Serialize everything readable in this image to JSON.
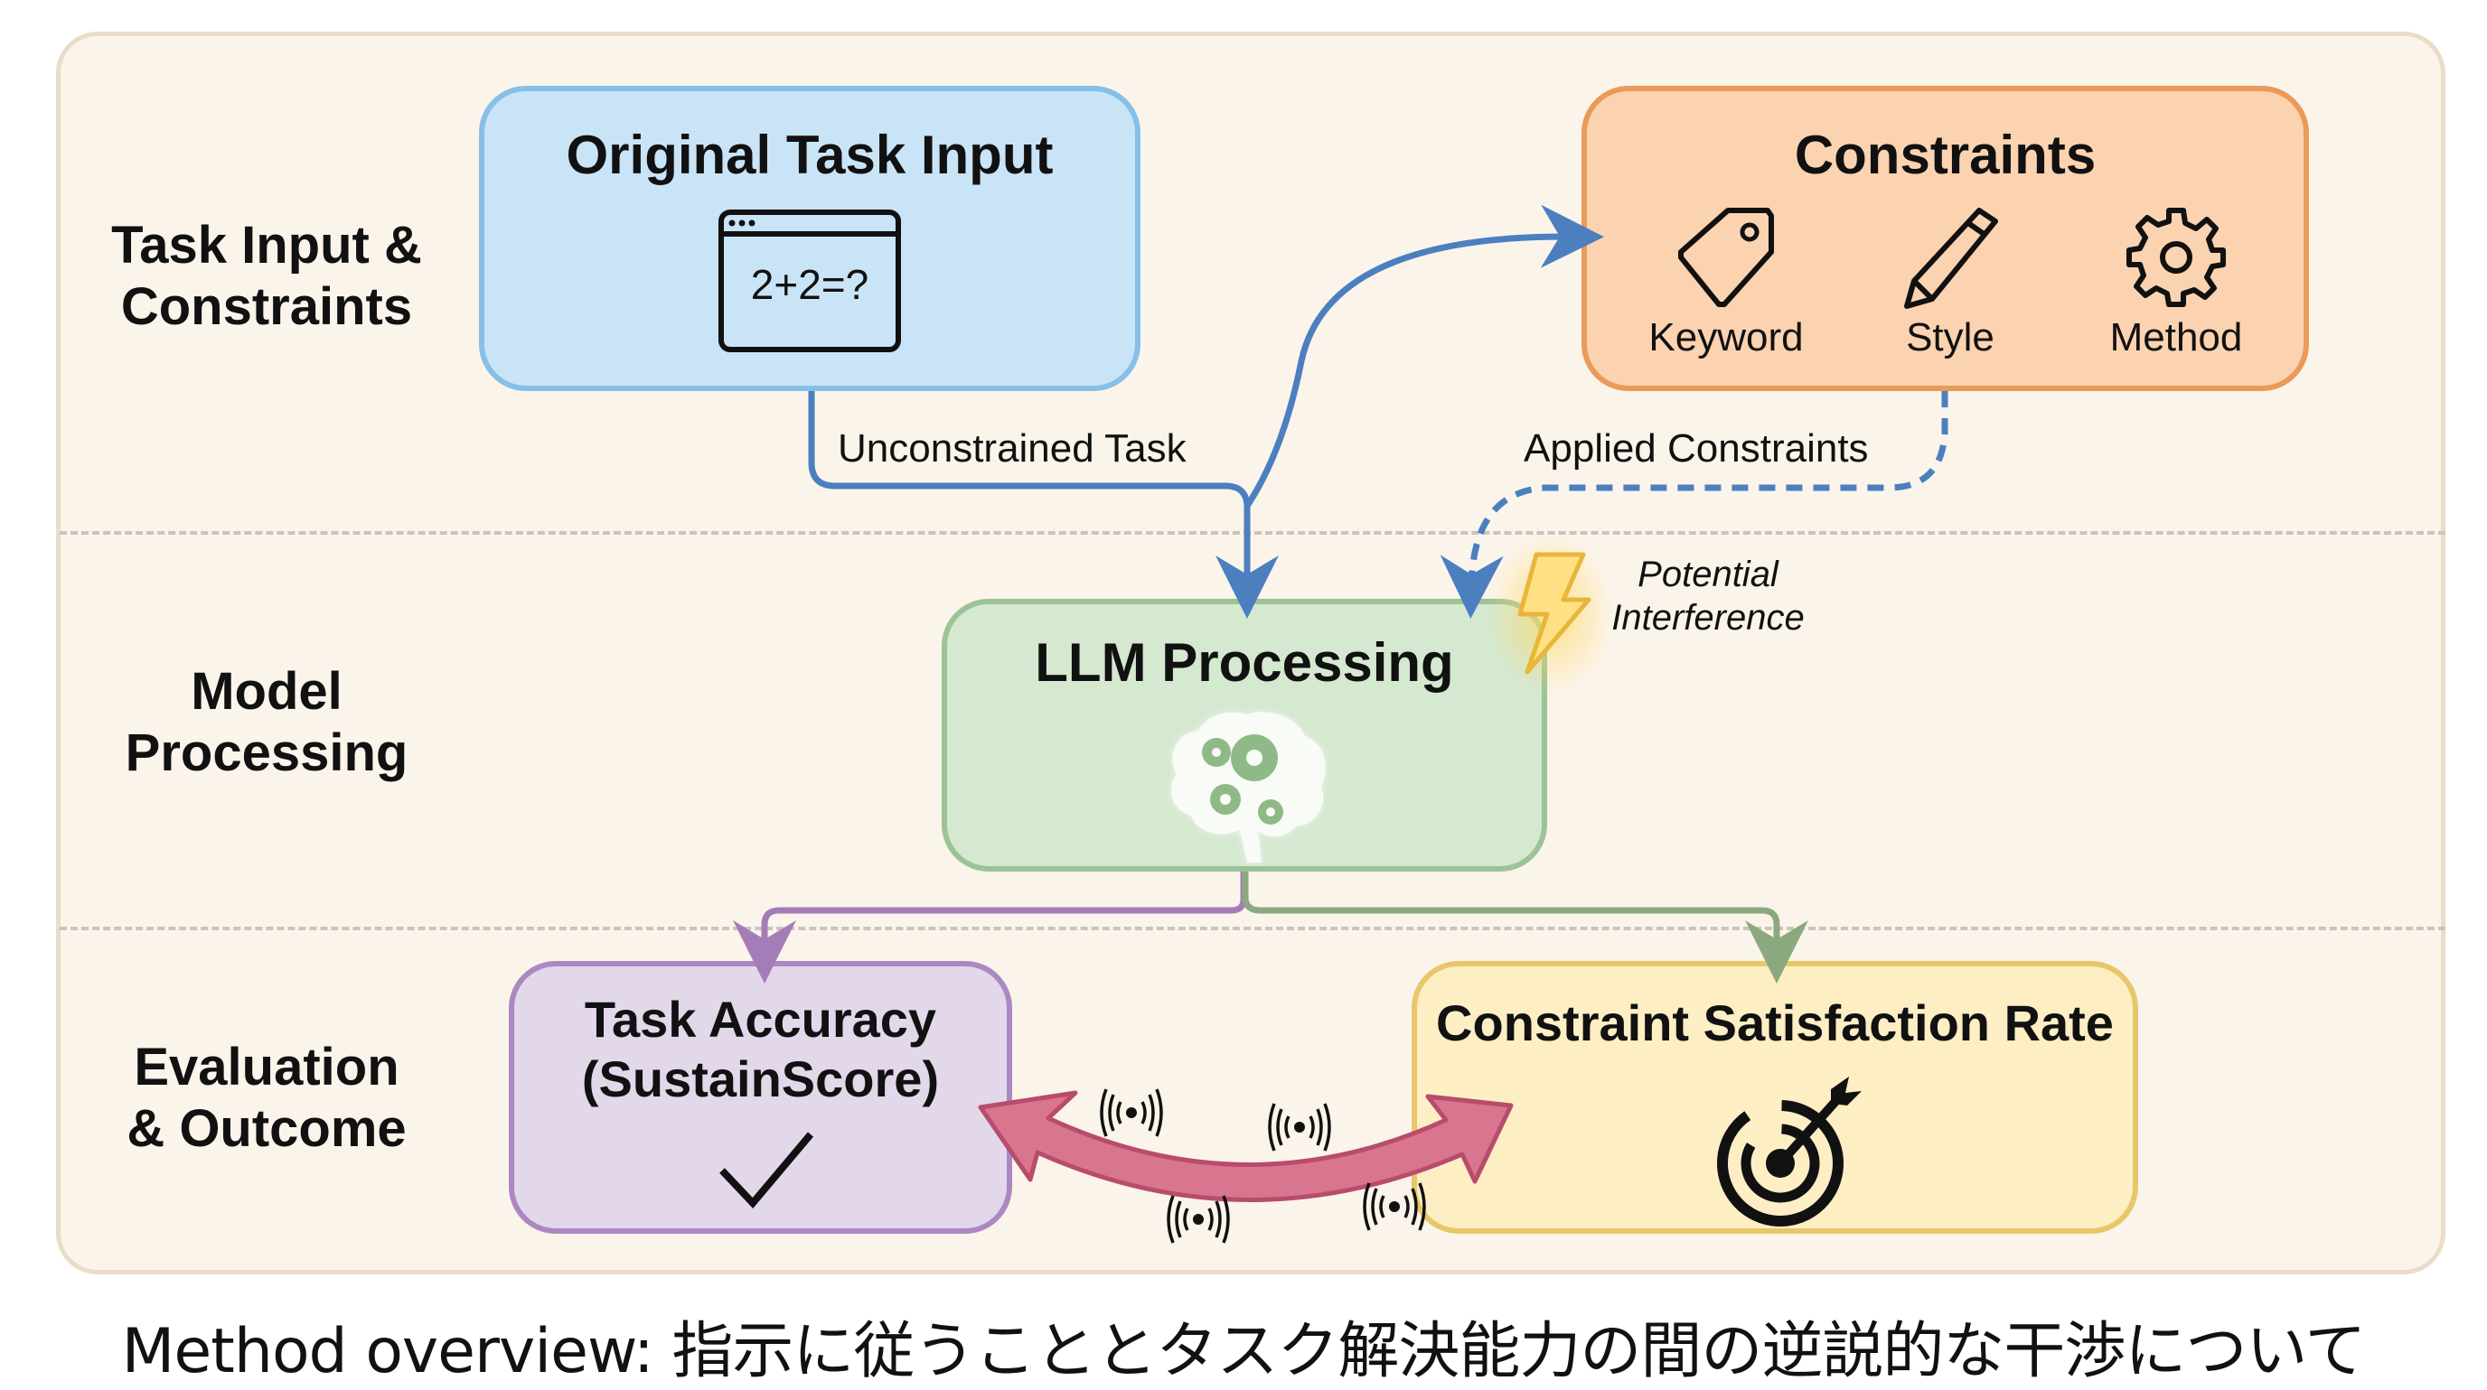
{
  "sections": [
    {
      "label_line1": "Task Input &",
      "label_line2": "Constraints"
    },
    {
      "label_line1": "Model",
      "label_line2": "Processing"
    },
    {
      "label_line1": "Evaluation",
      "label_line2": "& Outcome"
    }
  ],
  "nodes": {
    "task_input": {
      "title": "Original Task Input",
      "icon": "browser-window-icon",
      "icon_text": "2+2=?",
      "color_fill": "#c9e4f6",
      "color_border": "#86c0e8"
    },
    "constraints": {
      "title": "Constraints",
      "color_fill": "#fbd3b0",
      "color_border": "#eb9a5a",
      "items": [
        {
          "label": "Keyword",
          "icon": "tag-icon"
        },
        {
          "label": "Style",
          "icon": "pencil-icon"
        },
        {
          "label": "Method",
          "icon": "gear-icon"
        }
      ]
    },
    "llm": {
      "title": "LLM Processing",
      "icon": "brain-gears-icon",
      "color_fill": "#d5e8d0",
      "color_border": "#9cc396"
    },
    "task_accuracy": {
      "title_line1": "Task Accuracy",
      "title_line2": "(SustainScore)",
      "icon": "checkmark-icon",
      "color_fill": "#e3d7ea",
      "color_border": "#ac88c2"
    },
    "constraint_satisfaction": {
      "title": "Constraint Satisfaction Rate",
      "icon": "target-icon",
      "color_fill": "#fdeec4",
      "color_border": "#e8c76a"
    }
  },
  "edges": {
    "unconstrained_task": {
      "label": "Unconstrained Task",
      "color": "#4b7fbf"
    },
    "applied_constraints": {
      "label": "Applied Constraints",
      "color": "#4b7fbf",
      "style": "dashed"
    },
    "to_accuracy": {
      "color": "#a47db8"
    },
    "to_satisfaction": {
      "color": "#8aa97f"
    },
    "tradeoff": {
      "color": "#d8758f",
      "border": "#b84c6c",
      "icon": "vibration-icon"
    }
  },
  "annotations": {
    "interference_line1": "Potential",
    "interference_line2": "Interference",
    "interference_icon": "lightning-icon",
    "interference_color": "#f4c542"
  },
  "caption": "Method overview: 指示に従うこととタスク解決能力の間の逆説的な干渉について"
}
